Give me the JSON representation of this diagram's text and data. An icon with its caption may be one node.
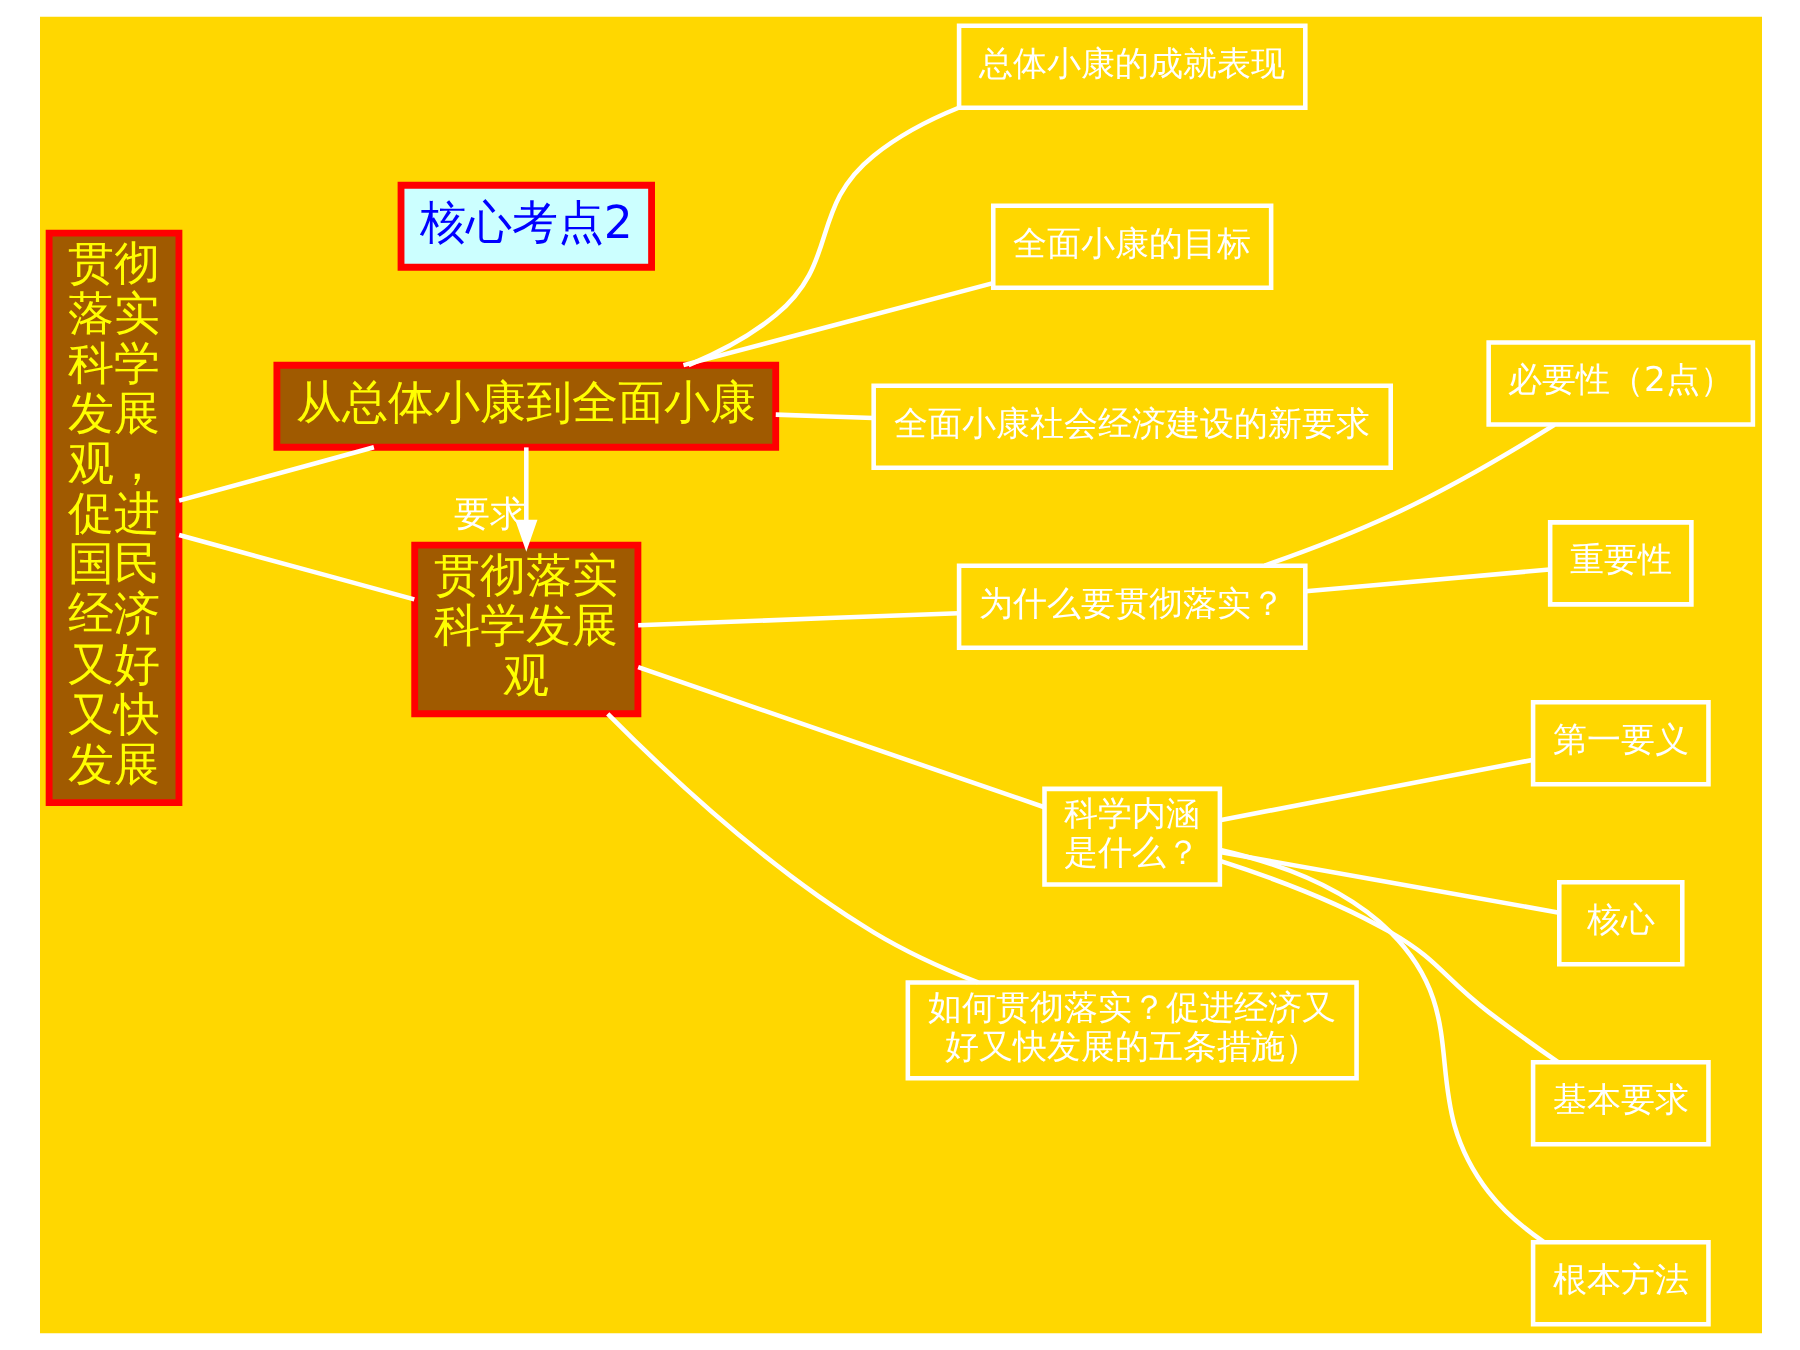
{
  "diagram": {
    "nodes": [
      {
        "text": [
          "核心考点2"
        ]
      },
      {
        "text": [
          "贯彻落实科学发展观，促进国民经济又好又快发展"
        ]
      },
      {
        "text": [
          "从总体小康到全面小康"
        ]
      },
      {
        "text": [
          "总体小康的成就表现"
        ]
      },
      {
        "text": [
          "全面小康的目标"
        ]
      },
      {
        "text": [
          "全面小康社会经济建设的新要求"
        ]
      },
      {
        "text": [
          "贯彻落实科学发展观"
        ]
      },
      {
        "text": [
          "为什么要贯彻落实？"
        ]
      },
      {
        "text": [
          "必要性（2点）"
        ]
      },
      {
        "text": [
          "重要性"
        ]
      },
      {
        "text": [
          "科学内涵是什么？"
        ]
      },
      {
        "text": [
          "第一要义"
        ]
      },
      {
        "text": [
          "核心"
        ]
      },
      {
        "text": [
          "基本要求"
        ]
      },
      {
        "text": [
          "根本方法"
        ]
      },
      {
        "text": [
          "如何贯彻落实？促进经济又好又快发展的五条措施）"
        ]
      }
    ],
    "edges": [
      {
        "from": 1,
        "to": 2,
        "arrow": "none"
      },
      {
        "from": 1,
        "to": 6,
        "arrow": "none"
      },
      {
        "from": 2,
        "to": 3,
        "arrow": "none"
      },
      {
        "from": 2,
        "to": 4,
        "arrow": "none"
      },
      {
        "from": 2,
        "to": 5,
        "arrow": "none"
      },
      {
        "from": 2,
        "to": 6,
        "arrow": "to",
        "label": "要求"
      },
      {
        "from": 6,
        "to": 7,
        "arrow": "none"
      },
      {
        "from": 6,
        "to": 10,
        "arrow": "none"
      },
      {
        "from": 6,
        "to": 15,
        "arrow": "none"
      },
      {
        "from": 7,
        "to": 8,
        "arrow": "none"
      },
      {
        "from": 7,
        "to": 9,
        "arrow": "none"
      },
      {
        "from": 10,
        "to": 11,
        "arrow": "none"
      },
      {
        "from": 10,
        "to": 12,
        "arrow": "none"
      },
      {
        "from": 10,
        "to": 13,
        "arrow": "none"
      },
      {
        "from": 10,
        "to": 14,
        "arrow": "none"
      }
    ]
  }
}
